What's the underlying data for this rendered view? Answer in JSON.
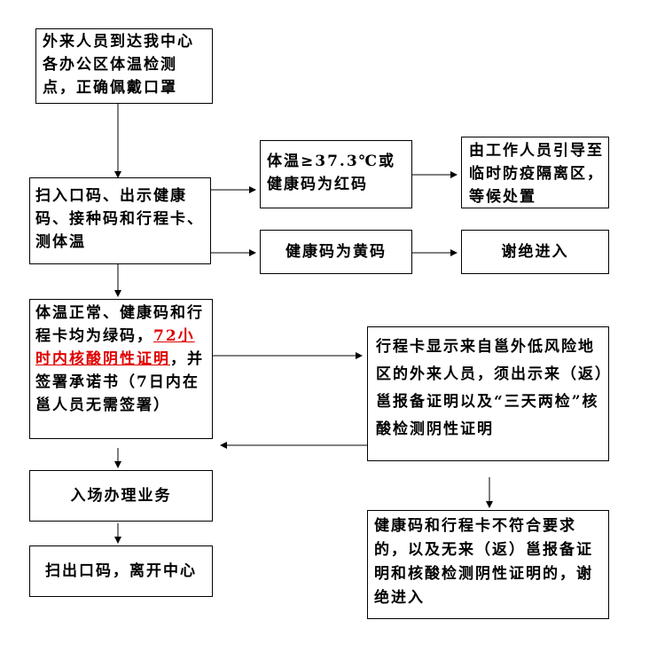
{
  "boxes": {
    "arrival": "外来人员到达我中心各办公区体温检测点，正确佩戴口罩",
    "scan": "扫入口码、出示健康码、接种码和行程卡、测体温",
    "fever_red": "体温≥37.3℃或健康码为红码",
    "quarantine": "由工作人员引导至临时防疫隔离区，等候处置",
    "yellow_code": "健康码为黄码",
    "refuse": "谢绝进入",
    "green": {
      "before": "体温正常、健康码和行程卡均为绿码，",
      "highlight": "72小时内核酸阴性证明",
      "after": "，并签署承诺书（7日内在邕人员无需签署）"
    },
    "outside": "行程卡显示来自邕外低风险地区的外来人员，须出示来（返）邕报备证明以及“三天两检”核酸检测阴性证明",
    "enter": "入场办理业务",
    "noncompliant": "健康码和行程卡不符合要求的，以及无来（返）邕报备证明和核酸检测阴性证明的，谢绝进入",
    "exit": "扫出口码，离开中心"
  },
  "colors": {
    "line": "#000000",
    "highlight": "#e00000"
  }
}
